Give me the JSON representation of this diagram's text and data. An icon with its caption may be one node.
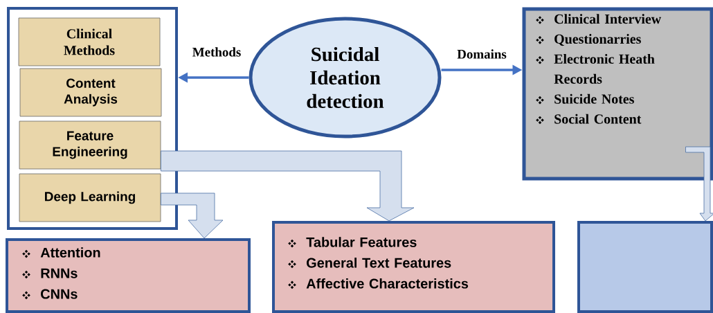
{
  "diagram": {
    "nodes": [
      {
        "text": [],
        "shape": "box"
      },
      {
        "text": [
          "Clinical Methods"
        ],
        "in": 0
      },
      {
        "text": [
          "Content Analysis"
        ],
        "in": 0
      },
      {
        "text": [
          "Feature Engineering"
        ],
        "in": 0
      },
      {
        "text": [
          "Deep Learning"
        ],
        "in": 0
      },
      {
        "text": [
          "Suicidal Ideation detection"
        ]
      },
      {
        "text": [
          "Clinical Interview",
          "Questionarries",
          "Electronic Heath Records",
          "Suicide Notes",
          "Social Content"
        ]
      },
      {
        "text": [
          "Attention",
          "RNNs",
          "CNNs"
        ]
      },
      {
        "text": [
          "Tabular Features",
          "General Text Features",
          "Affective Characteristics"
        ]
      },
      {
        "text": [],
        "shape": "box"
      }
    ],
    "edges": [
      {
        "from": 5,
        "to": 0,
        "arrow": "to",
        "label": "Methods"
      },
      {
        "from": 5,
        "to": 6,
        "arrow": "to",
        "label": "Domains"
      },
      {
        "from": 4,
        "to": 7,
        "arrow": "to",
        "style": "thick"
      },
      {
        "from": 3,
        "to": 8,
        "arrow": "to",
        "style": "thick"
      },
      {
        "from": 6,
        "to": 9,
        "arrow": "to",
        "style": "thick"
      }
    ]
  }
}
